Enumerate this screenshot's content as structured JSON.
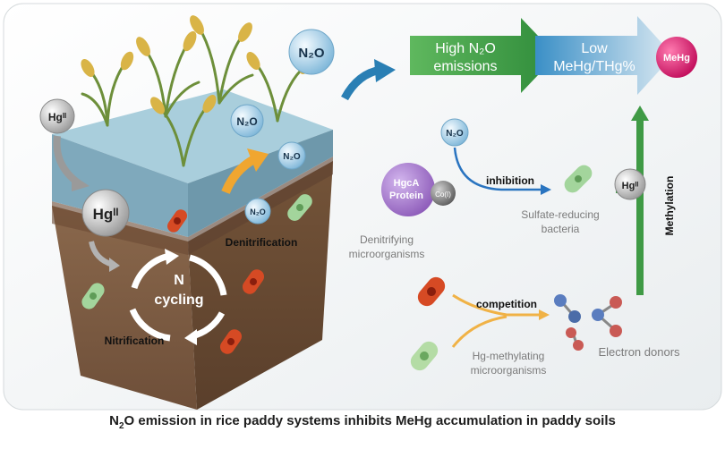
{
  "colors": {
    "soil": "#7b5a42",
    "water": "#98bfd0",
    "arrow_green": "#3f9a45",
    "arrow_blue": "#2a7fb4",
    "bubble": "#b8dcf0",
    "protein": "#9b6cc2",
    "red_bacteria": "#d64a24",
    "green_bacteria": "#8fc98a",
    "mehg": "#d8186a",
    "orange_arrow": "#f0a630"
  },
  "labels": {
    "n2o_main": "N₂O",
    "n2o_small": "N₂O",
    "hg_top": "Hgᴵᴵ",
    "hg_mid": "Hgᴵᴵ",
    "hg_right": "Hgᴵᴵ",
    "denitrification": "Denitrification",
    "nitrification": "Nitrification",
    "n_cycling_1": "N",
    "n_cycling_2": "cycling",
    "high_n2o_1": "High N₂O",
    "high_n2o_2": "emissions",
    "low_mehg_1": "Low",
    "low_mehg_2": "MeHg/THg%",
    "mehg": "MeHg",
    "hgca_1": "HgcA",
    "hgca_2": "Protein",
    "co": "Co(I)",
    "inhibition": "inhibition",
    "srb_1": "Sulfate-reducing",
    "srb_2": "bacteria",
    "denitrifying_1": "Denitrifying",
    "denitrifying_2": "microorganisms",
    "competition": "competition",
    "electron_donors": "Electron donors",
    "methylation": "Methylation",
    "hg_methylating_1": "Hg-methylating",
    "hg_methylating_2": "microorganisms"
  },
  "caption": {
    "pre": "N",
    "sub": "2",
    "post": "O emission in rice paddy systems inhibits MeHg accumulation in paddy soils"
  }
}
